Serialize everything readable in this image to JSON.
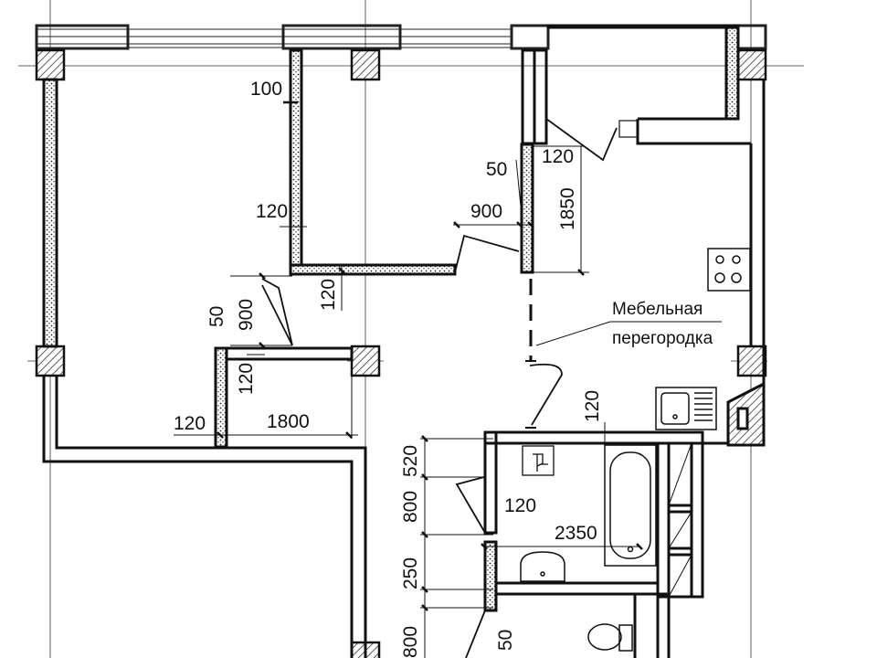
{
  "dimensions": {
    "d100": "100",
    "d120_top_left": "120",
    "d50_corridor": "50",
    "d120_corridor": "120",
    "d900_door": "900",
    "d1850": "1850",
    "d120_under_door": "120",
    "d50_left": "50",
    "d900_left": "900",
    "d120_left_wall": "120",
    "d120_bottom_left": "120",
    "d1800": "1800",
    "d120_bath_top": "120",
    "d520": "520",
    "d800_a": "800",
    "d120_bath_door": "120",
    "d2350": "2350",
    "d250": "250",
    "d800_b": "800",
    "d50_bottom": "50"
  },
  "annotation": {
    "line1": "Мебельная",
    "line2": "перегородка"
  },
  "fixtures": {
    "stove": "stove-icon",
    "sink_kitchen": "kitchen-sink-icon",
    "bathtub": "bathtub-icon",
    "washbasin": "washbasin-icon",
    "toilet": "toilet-icon",
    "floor_drain": "floor-drain-icon"
  }
}
